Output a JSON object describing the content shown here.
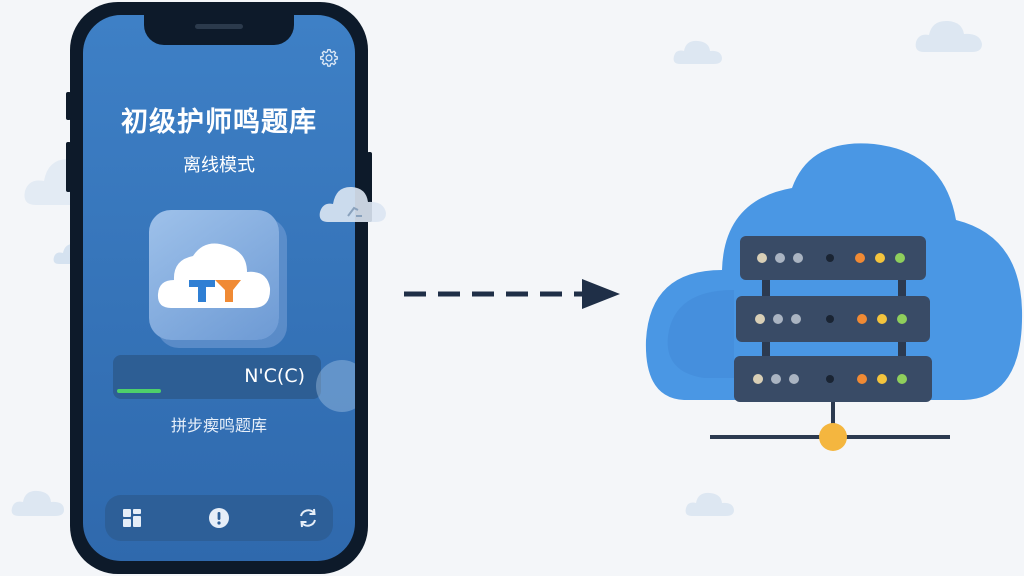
{
  "app": {
    "title": "初级护师鸣题库",
    "subtitle": "离线模式",
    "progress_label": "N'C(C)",
    "progress_fraction": 0.22,
    "caption": "拼步瘈鸣题库"
  },
  "icons": {
    "settings": "gear-icon",
    "app_logo": "cloud-app-logo-icon",
    "tab_home": "grid-icon",
    "tab_info": "info-icon",
    "tab_sync": "sync-icon",
    "transfer": "dashed-arrow-icon",
    "server": "cloud-server-icon"
  },
  "colors": {
    "screen": "#3e80c6",
    "progress_fill": "#4ed06a",
    "cloud_blue": "#4a97e4",
    "server_body": "#394b66",
    "network_node": "#f4b63f",
    "arrow": "#1f2f47"
  }
}
